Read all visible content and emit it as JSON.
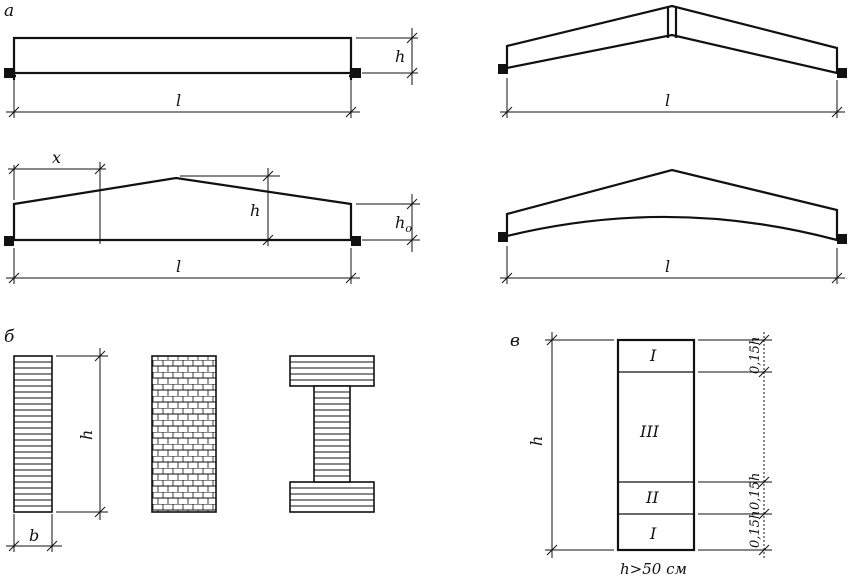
{
  "labels": {
    "panel_a": "а",
    "panel_b": "б",
    "panel_v": "в",
    "span": "l",
    "height": "h",
    "height_end": "h",
    "height_end_sub": "o",
    "x": "x",
    "width": "b",
    "zone_top": "I",
    "zone_middle": "III",
    "zone_lower": "II",
    "zone_bottom": "I",
    "dim_top": "0,15h",
    "dim_mid": "0,15h",
    "dim_bot": "0,15h",
    "condition": "h>50 см"
  }
}
